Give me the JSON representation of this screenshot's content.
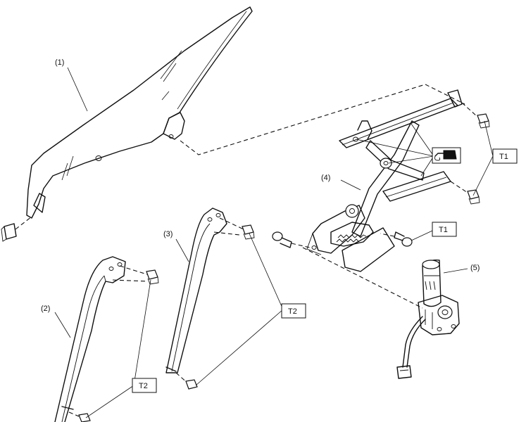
{
  "callouts": {
    "p1": "(1)",
    "p2": "(2)",
    "p3": "(3)",
    "p4": "(4)",
    "p5": "(5)"
  },
  "torque_labels": {
    "t1_upper": "T1",
    "t1_lower": "T1",
    "t2_right": "T2",
    "t2_bottom": "T2"
  },
  "icons": {
    "grease": "grease-gun-icon"
  }
}
